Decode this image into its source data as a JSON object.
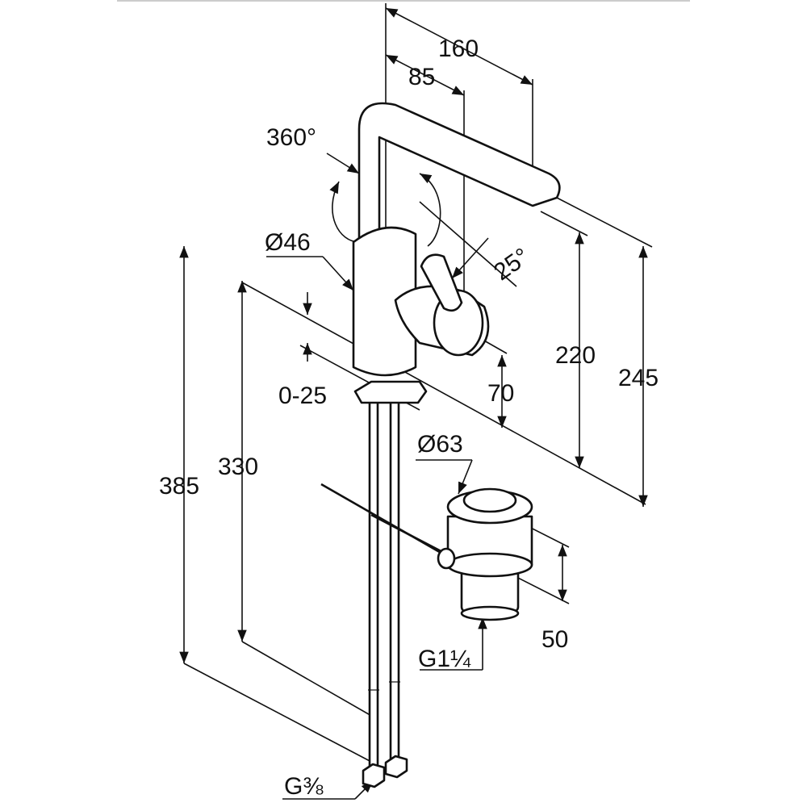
{
  "drawing": {
    "dimensions": {
      "reach_total": "160",
      "reach_handle": "85",
      "swivel": "360°",
      "handle_angle": "25°",
      "body_diameter": "Ø46",
      "deck_thickness": "0-25",
      "handle_height": "70",
      "spout_height": "220",
      "total_height": "245",
      "hose_length_total": "385",
      "hose_length": "330",
      "waste_diameter": "Ø63",
      "waste_height": "50",
      "waste_thread": "G1¼",
      "hose_thread": "G⅜"
    }
  }
}
